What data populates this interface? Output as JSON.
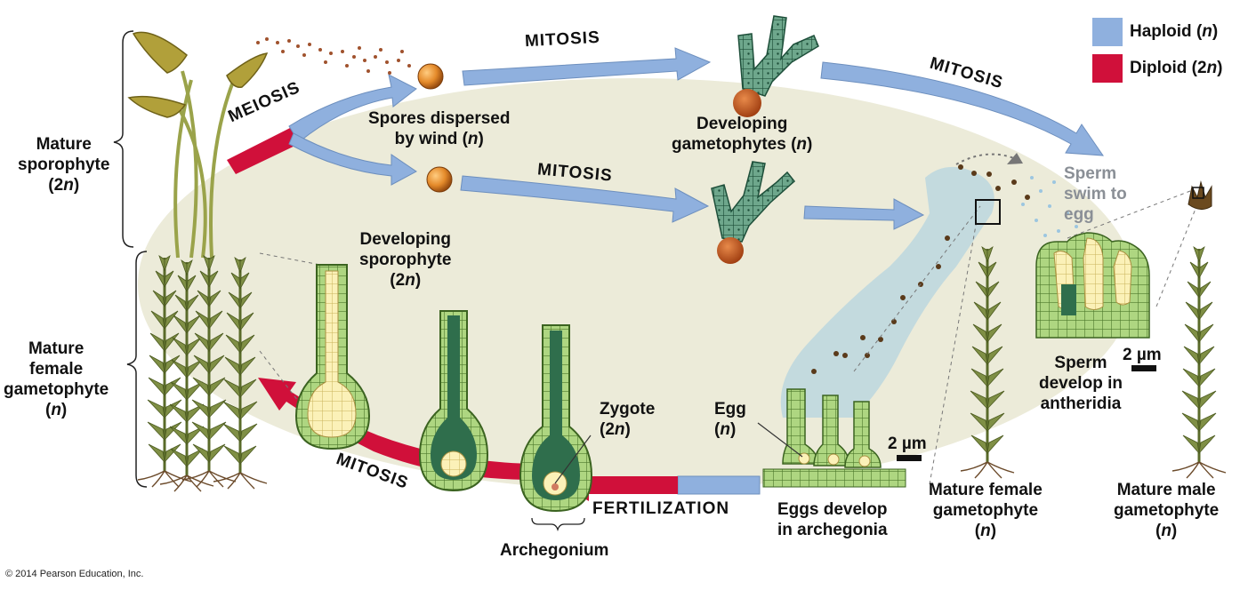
{
  "legend": {
    "haploid_label": "Haploid (n)",
    "haploid_color": "#8fb0de",
    "diploid_label": "Diploid (2n)",
    "diploid_color": "#d0103a"
  },
  "stages": {
    "mature_sporophyte": [
      "Mature",
      "sporophyte",
      "(2n)"
    ],
    "mature_female_gametophyte_left": [
      "Mature",
      "female",
      "gametophyte",
      "(n)"
    ],
    "spores": [
      "Spores dispersed",
      "by wind (n)"
    ],
    "developing_gametophytes": [
      "Developing",
      "gametophytes (n)"
    ],
    "sperm_swim": [
      "Sperm",
      "swim to",
      "egg"
    ],
    "developing_sporophyte": [
      "Developing",
      "sporophyte",
      "(2n)"
    ],
    "zygote": [
      "Zygote",
      "(2n)"
    ],
    "egg": [
      "Egg",
      "(n)"
    ],
    "sperm_develop": [
      "Sperm",
      "develop in",
      "antheridia"
    ],
    "eggs_develop": [
      "Eggs develop",
      "in archegonia"
    ],
    "mature_female_gametophyte_right": [
      "Mature female",
      "gametophyte",
      "(n)"
    ],
    "mature_male_gametophyte": [
      "Mature male",
      "gametophyte",
      "(n)"
    ],
    "archegonium": "Archegonium"
  },
  "processes": {
    "meiosis": "MEIOSIS",
    "mitosis_top": "MITOSIS",
    "mitosis_middle": "MITOSIS",
    "mitosis_right": "MITOSIS",
    "mitosis_bottom": "MITOSIS",
    "fertilization": "FERTILIZATION"
  },
  "scale_bars": {
    "left": "2 µm",
    "right": "2 µm"
  },
  "copyright": "© 2014 Pearson Education, Inc."
}
